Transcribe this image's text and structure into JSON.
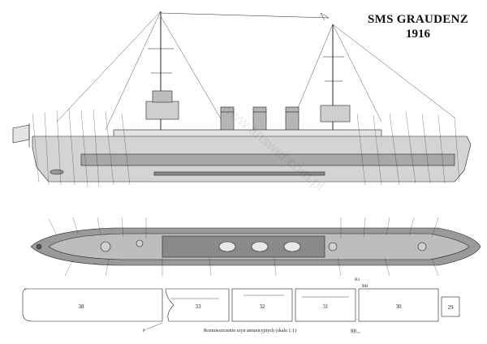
{
  "title": {
    "ship_name": "SMS GRAUDENZ",
    "year": "1916"
  },
  "watermark": "www.answer.com.pl",
  "caption": "Rozmieszczenie szyn amunicyjnych (skala 1:1)",
  "part_markers": {
    "rr_upper": "RR",
    "b1": "B1",
    "rr_lower": "RR",
    "p_mark": "P"
  },
  "rail_pieces": [
    {
      "number": "38"
    },
    {
      "number": "33"
    },
    {
      "number": "32"
    },
    {
      "number": "31"
    },
    {
      "number": "30"
    },
    {
      "number": "29"
    }
  ],
  "colors": {
    "hull_light": "#d4d4d4",
    "hull_mid": "#a8a8a8",
    "deck_dark": "#7a7a7a",
    "line": "#222222"
  }
}
